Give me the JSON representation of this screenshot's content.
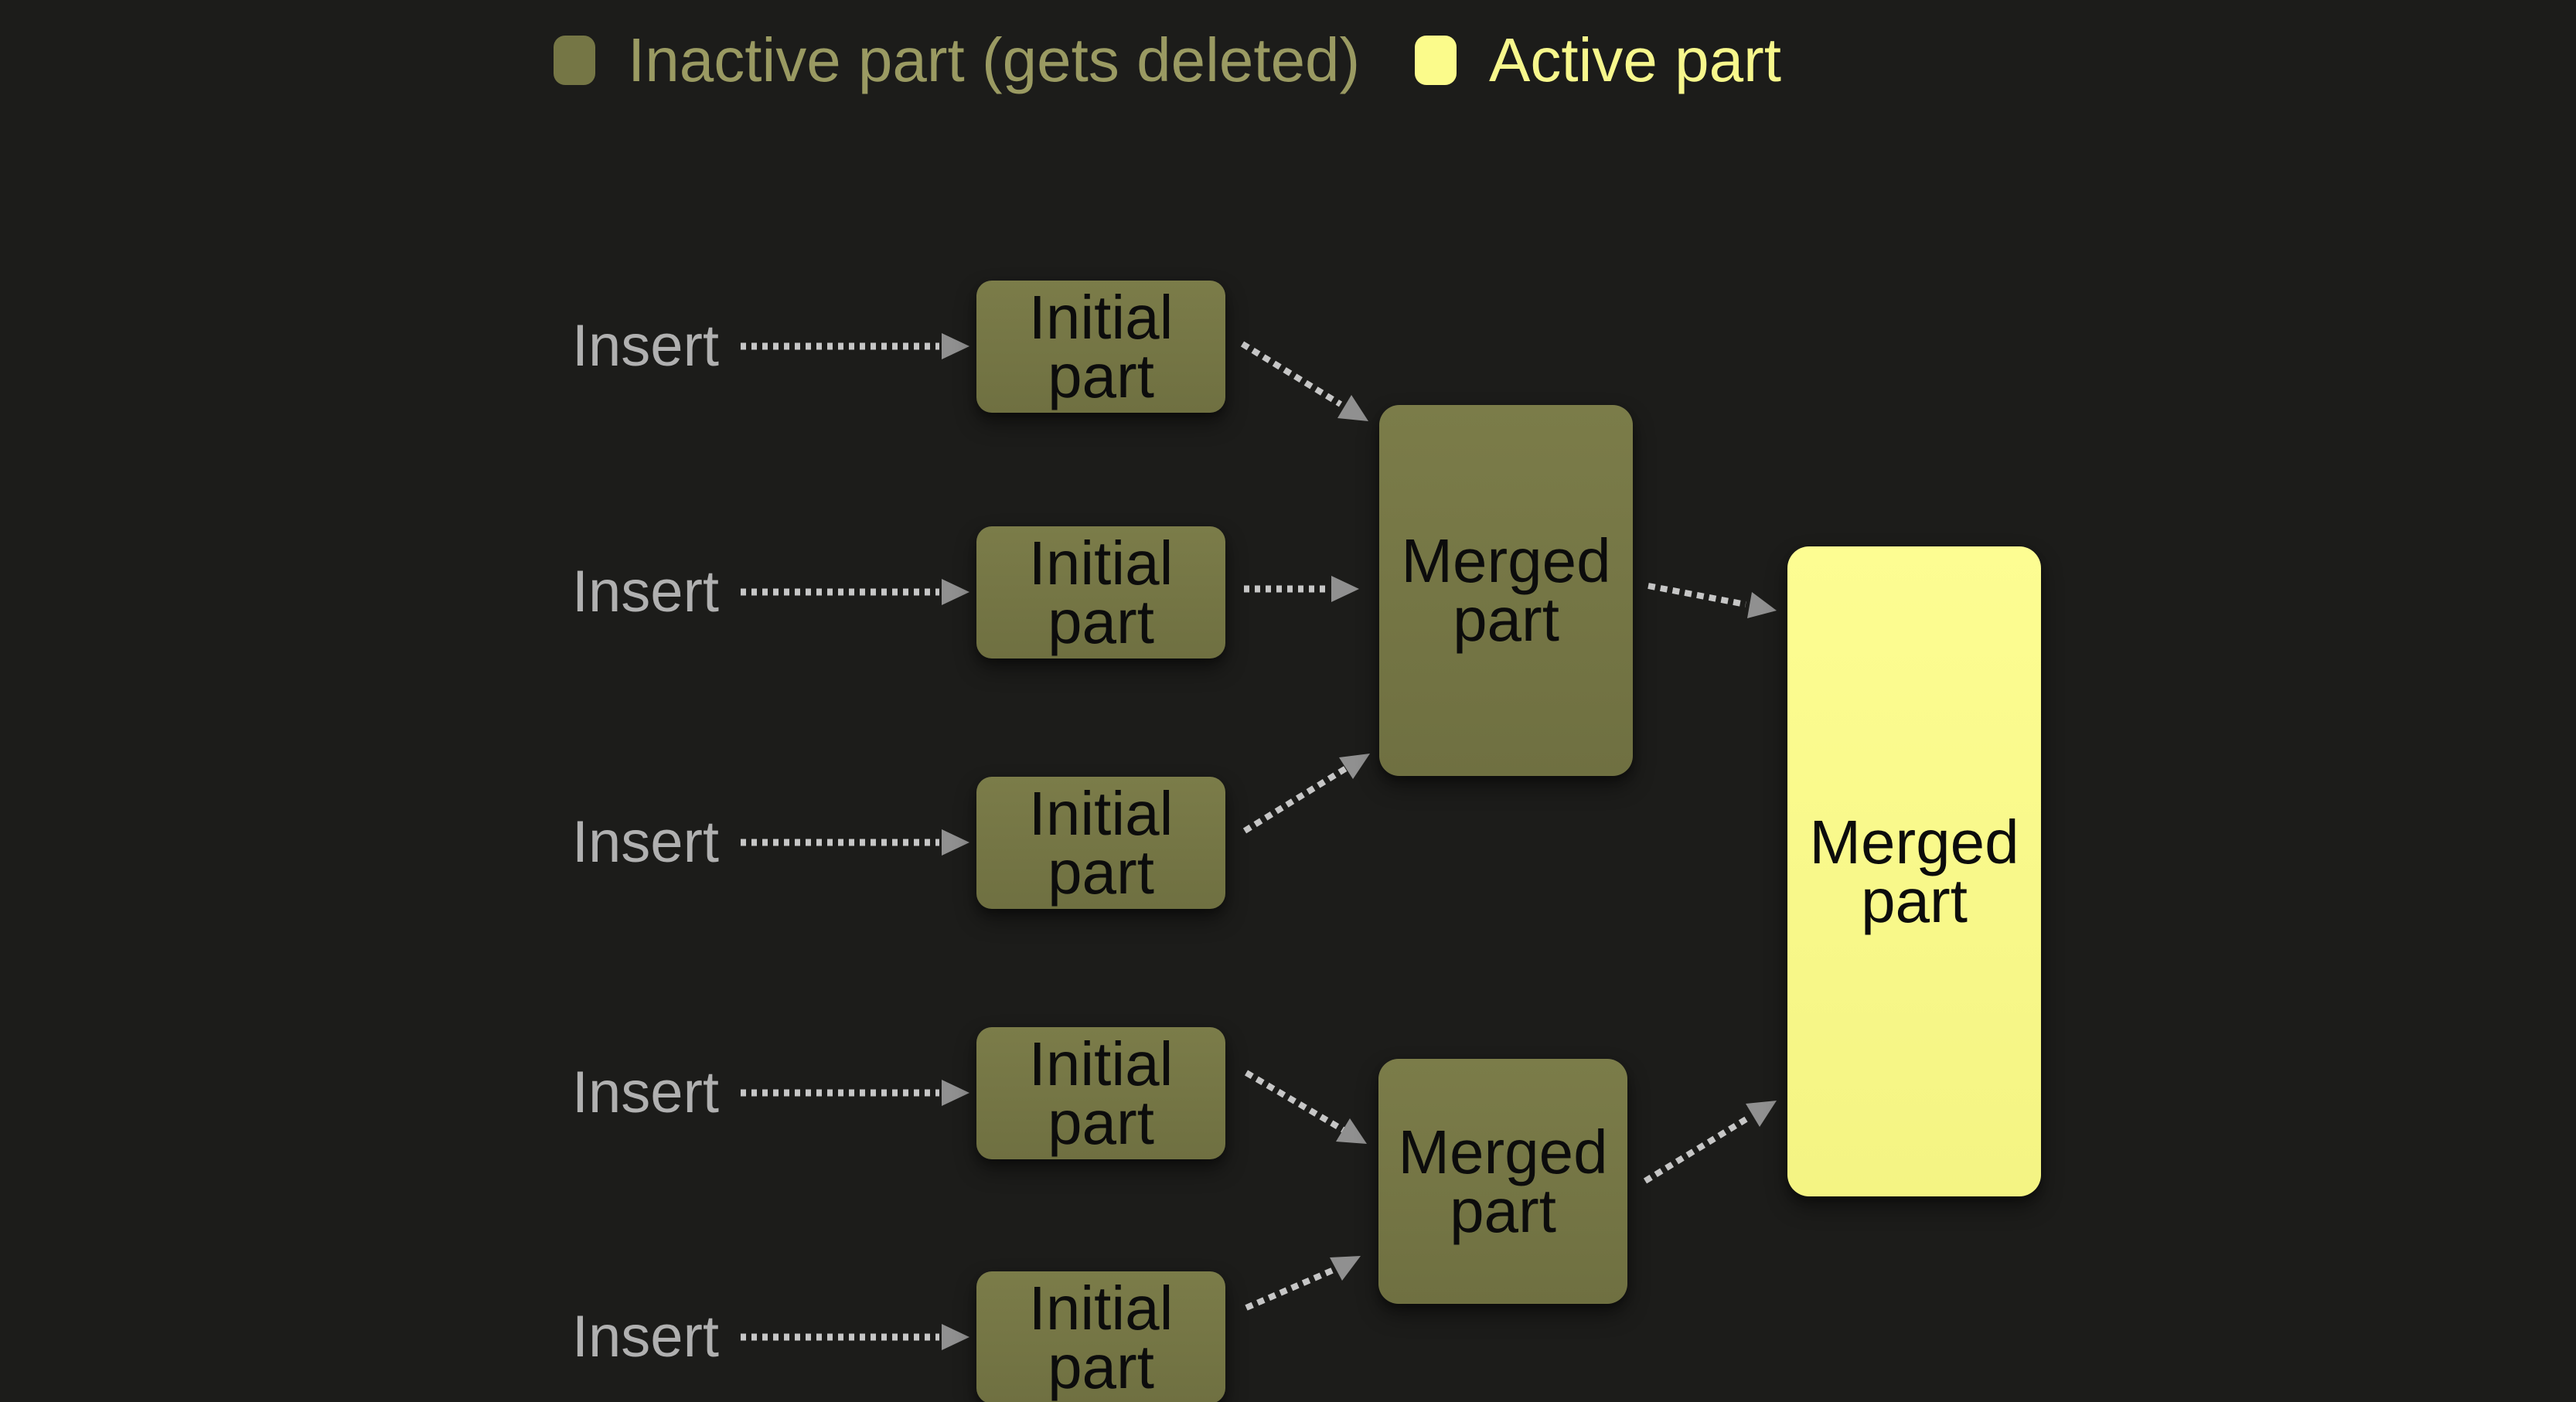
{
  "legend": {
    "items": [
      {
        "label": "Inactive part (gets deleted)",
        "swatch_color": "#757645",
        "text_color": "#9a9a62"
      },
      {
        "label": "Active part",
        "swatch_color": "#fbfb8b",
        "text_color": "#f7f78c"
      }
    ]
  },
  "flow": {
    "rows": [
      {
        "action": "Insert",
        "node": "Initial part",
        "state": "inactive"
      },
      {
        "action": "Insert",
        "node": "Initial part",
        "state": "inactive"
      },
      {
        "action": "Insert",
        "node": "Initial part",
        "state": "inactive"
      },
      {
        "action": "Insert",
        "node": "Initial part",
        "state": "inactive"
      },
      {
        "action": "Insert",
        "node": "Initial part",
        "state": "inactive"
      }
    ],
    "merged": [
      {
        "label": "Merged part",
        "state": "inactive"
      },
      {
        "label": "Merged part",
        "state": "inactive"
      }
    ],
    "final": {
      "label": "Merged part",
      "state": "active"
    }
  },
  "colors": {
    "background": "#1c1c1a",
    "inactive_part": "#747543",
    "active_part": "#fdfd90",
    "insert_text": "#b0b0b0",
    "node_text": "#0c0c0c",
    "arrow_dash": "#c6c6c6",
    "arrow_head": "#909090"
  }
}
